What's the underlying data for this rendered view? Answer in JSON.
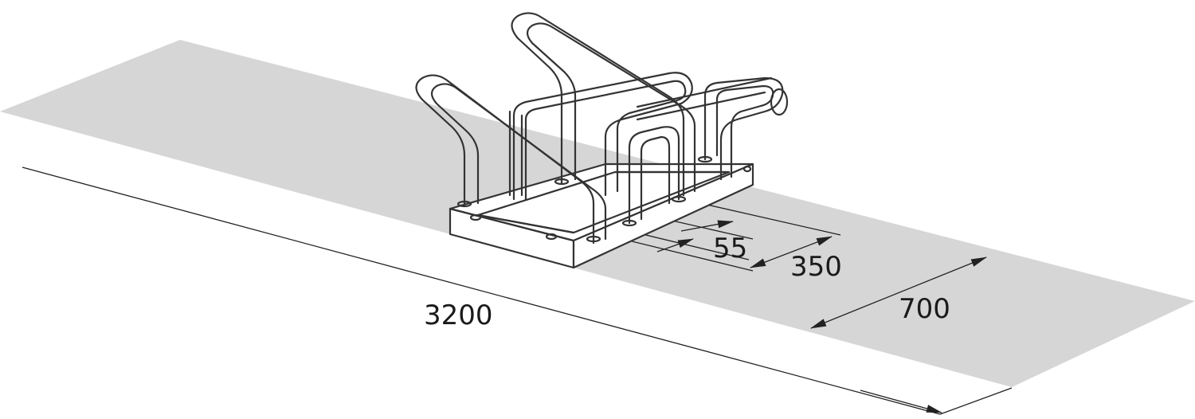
{
  "dimensions": {
    "total_length": "3200",
    "width": "700",
    "spacing": "350",
    "tube_offset": "55"
  },
  "colors": {
    "ground": "#d6d6d6",
    "line": "#222222",
    "background": "#ffffff"
  }
}
